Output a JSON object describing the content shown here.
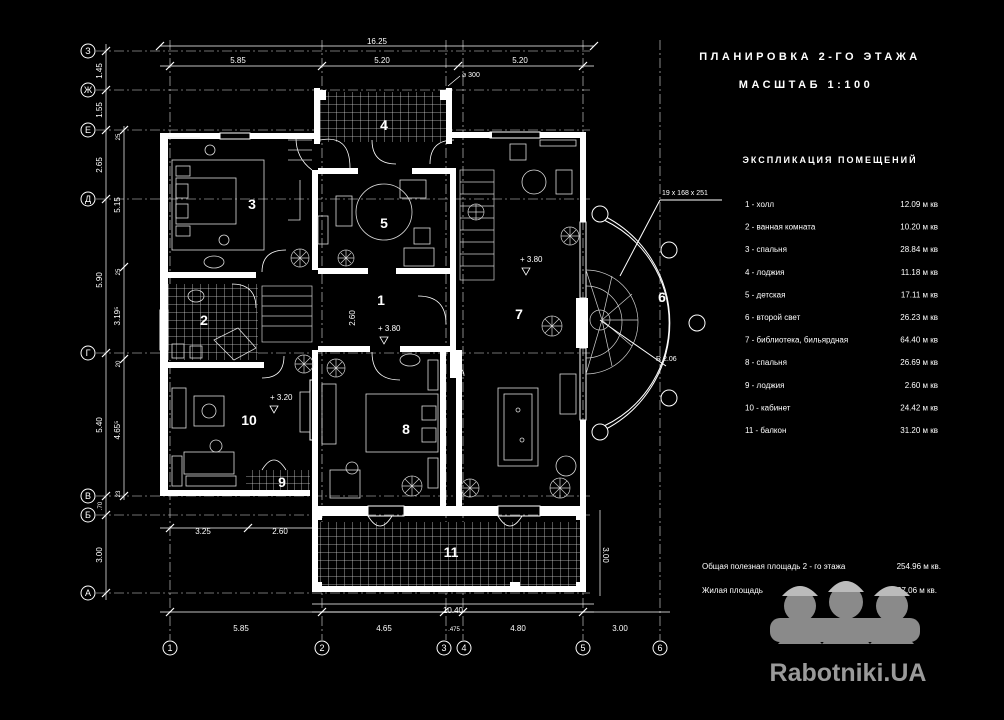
{
  "title": {
    "line1": "ПЛАНИРОВКА 2-ГО ЭТАЖА",
    "line2": "МАСШТАБ 1:100"
  },
  "explication": {
    "heading": "ЭКСПЛИКАЦИЯ ПОМЕЩЕНИЙ",
    "items": [
      {
        "num": "1",
        "name": "холл",
        "area": "12.09 м кв"
      },
      {
        "num": "2",
        "name": "ванная комната",
        "area": "10.20 м кв"
      },
      {
        "num": "3",
        "name": "спальня",
        "area": "28.84 м кв"
      },
      {
        "num": "4",
        "name": "лоджия",
        "area": "11.18 м кв"
      },
      {
        "num": "5",
        "name": "детская",
        "area": "17.11 м кв"
      },
      {
        "num": "6",
        "name": "второй свет",
        "area": "26.23 м кв"
      },
      {
        "num": "7",
        "name": "библиотека, бильярдная",
        "area": "64.40 м кв"
      },
      {
        "num": "8",
        "name": "спальня",
        "area": "26.69 м кв"
      },
      {
        "num": "9",
        "name": "лоджия",
        "area": "2.60 м кв"
      },
      {
        "num": "10",
        "name": "кабинет",
        "area": "24.42 м кв"
      },
      {
        "num": "11",
        "name": "балкон",
        "area": "31.20 м кв"
      }
    ],
    "total_label": "Общая полезная площадь 2 - го этажа",
    "total_value": "254.96 м кв.",
    "living_label": "Жилая площадь",
    "living_value": "97.06 м кв."
  },
  "axes": {
    "rows": [
      "З",
      "Ж",
      "Е",
      "Д",
      "Г",
      "В",
      "Б",
      "А"
    ],
    "cols": [
      "1",
      "2",
      "3",
      "4",
      "5",
      "6"
    ]
  },
  "dimensions": {
    "top_total": "16.25",
    "top": [
      "5.85",
      "5.20",
      "5.20"
    ],
    "bottom": [
      "5.85",
      "4.65",
      "4.80",
      "3.00"
    ],
    "bottom_small": ".475",
    "mid_left": [
      "3.25",
      "2.60"
    ],
    "balcony_width": "10.40",
    "balcony_depth": "3.00",
    "left_outer": [
      "1.45",
      "1.55",
      "2.65",
      "5.15",
      "5.90",
      "5.40",
      "3.00"
    ],
    "left_inner": [
      "25",
      "25",
      "3.19⁵",
      "20",
      "4.65⁵",
      "23"
    ],
    "left_small": ".70",
    "hall_dim": "2.60"
  },
  "annotations": {
    "diameter": "⌀ 300",
    "window": "19 x 168 x 251",
    "radius": "R 2.06"
  },
  "rooms": [
    "1",
    "2",
    "3",
    "4",
    "5",
    "6",
    "7",
    "8",
    "9",
    "10",
    "11"
  ],
  "levels": {
    "hall": "+ 3.80",
    "library": "+ 3.80",
    "office": "+ 3.20"
  },
  "watermark": "Rabotniki.UA"
}
